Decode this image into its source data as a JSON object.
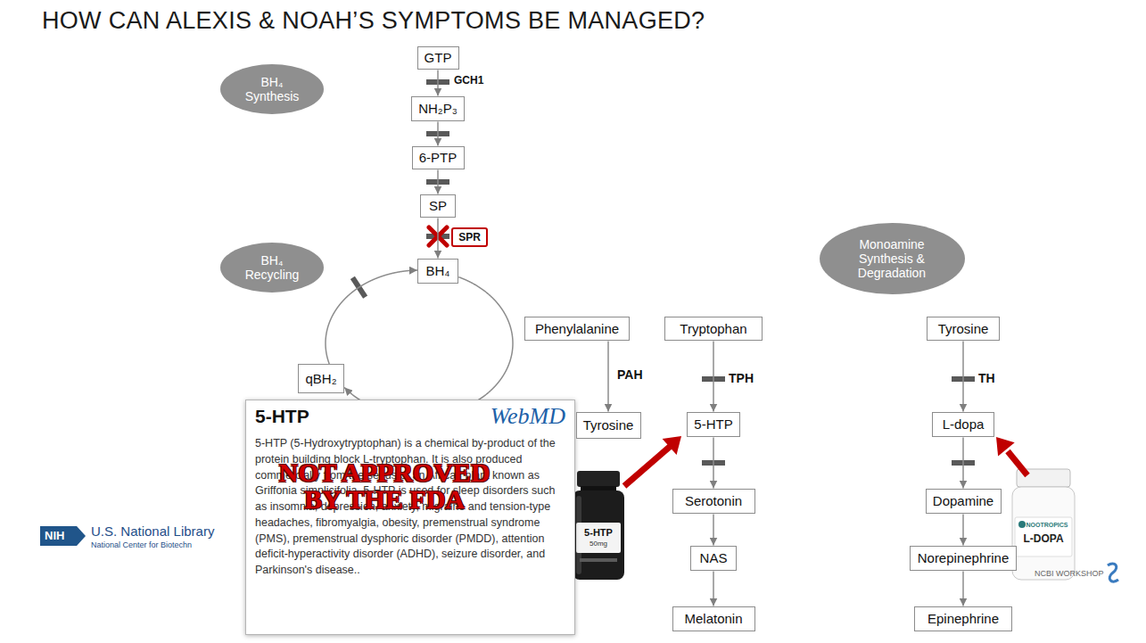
{
  "diagram": {
    "title": "HOW CAN ALEXIS & NOAH’S SYMPTOMS BE MANAGED?",
    "nodes": [
      {
        "text": [
          "BH₄ Synthesis"
        ]
      },
      {
        "text": [
          "GTP"
        ]
      },
      {
        "text": [
          "NH₂P₃"
        ]
      },
      {
        "text": [
          "6-PTP"
        ]
      },
      {
        "text": [
          "SP"
        ]
      },
      {
        "text": [
          "SPR"
        ]
      },
      {
        "text": [
          "BH₄"
        ]
      },
      {
        "text": [
          "BH₄ Recycling"
        ]
      },
      {
        "text": [
          "qBH₂"
        ]
      },
      {
        "text": [
          "Monoamine Synthesis & Degradation"
        ]
      },
      {
        "text": [
          "Phenylalanine"
        ]
      },
      {
        "text": [
          "Tryptophan"
        ]
      },
      {
        "text": [
          "Tyrosine"
        ]
      },
      {
        "text": [
          "5-HTP"
        ]
      },
      {
        "text": [
          "L-dopa"
        ]
      },
      {
        "text": [
          "Serotonin"
        ]
      },
      {
        "text": [
          "Dopamine"
        ]
      },
      {
        "text": [
          "NAS"
        ]
      },
      {
        "text": [
          "Norepinephrine"
        ]
      },
      {
        "text": [
          "Melatonin"
        ]
      },
      {
        "text": [
          "Epinephrine"
        ]
      },
      {
        "text": [
          "5-HTP",
          "WebMD",
          "5-HTP (5-Hydroxytryptophan) is a chemical by-product of the protein building block L-tryptophan. It is also produced commercially from the seeds of an African plant known as Griffonia simplicifolia. 5-HTP is used for sleep disorders such as insomnia, depression, anxiety, migraine and tension-type headaches, fibromyalgia, obesity, premenstrual syndrome (PMS), premenstrual dysphoric disorder (PMDD), attention deficit-hyperactivity disorder (ADHD), seizure disorder, and Parkinson's disease..",
          "NOT APPROVED BY THE FDA"
        ]
      },
      {
        "text": [
          "Tyrosine"
        ]
      }
    ],
    "edges": [
      {
        "from": 1,
        "to": 2,
        "arrow": "to"
      },
      {
        "from": 2,
        "to": 3,
        "arrow": "to"
      },
      {
        "from": 3,
        "to": 4,
        "arrow": "to"
      },
      {
        "from": 4,
        "to": 6,
        "arrow": "to"
      },
      {
        "from": 6,
        "to": 8,
        "arrow": "to"
      },
      {
        "from": 8,
        "to": 6,
        "arrow": "to"
      },
      {
        "from": 10,
        "to": 22,
        "arrow": "to"
      },
      {
        "from": 11,
        "to": 13,
        "arrow": "to"
      },
      {
        "from": 13,
        "to": 15,
        "arrow": "to"
      },
      {
        "from": 15,
        "to": 17,
        "arrow": "to"
      },
      {
        "from": 17,
        "to": 19,
        "arrow": "to"
      },
      {
        "from": 12,
        "to": 14,
        "arrow": "to"
      },
      {
        "from": 14,
        "to": 16,
        "arrow": "to"
      },
      {
        "from": 16,
        "to": 18,
        "arrow": "to"
      },
      {
        "from": 18,
        "to": 20,
        "arrow": "to"
      }
    ],
    "labels": [
      "GCH1",
      "PAH",
      "TPH",
      "TH",
      "5-HTP",
      "50mg",
      "NOOTROPICS",
      "L-DOPA",
      "NIH",
      "U.S. National Library",
      "National Center for Biotechn",
      "NCBI WORKSHOP"
    ]
  }
}
